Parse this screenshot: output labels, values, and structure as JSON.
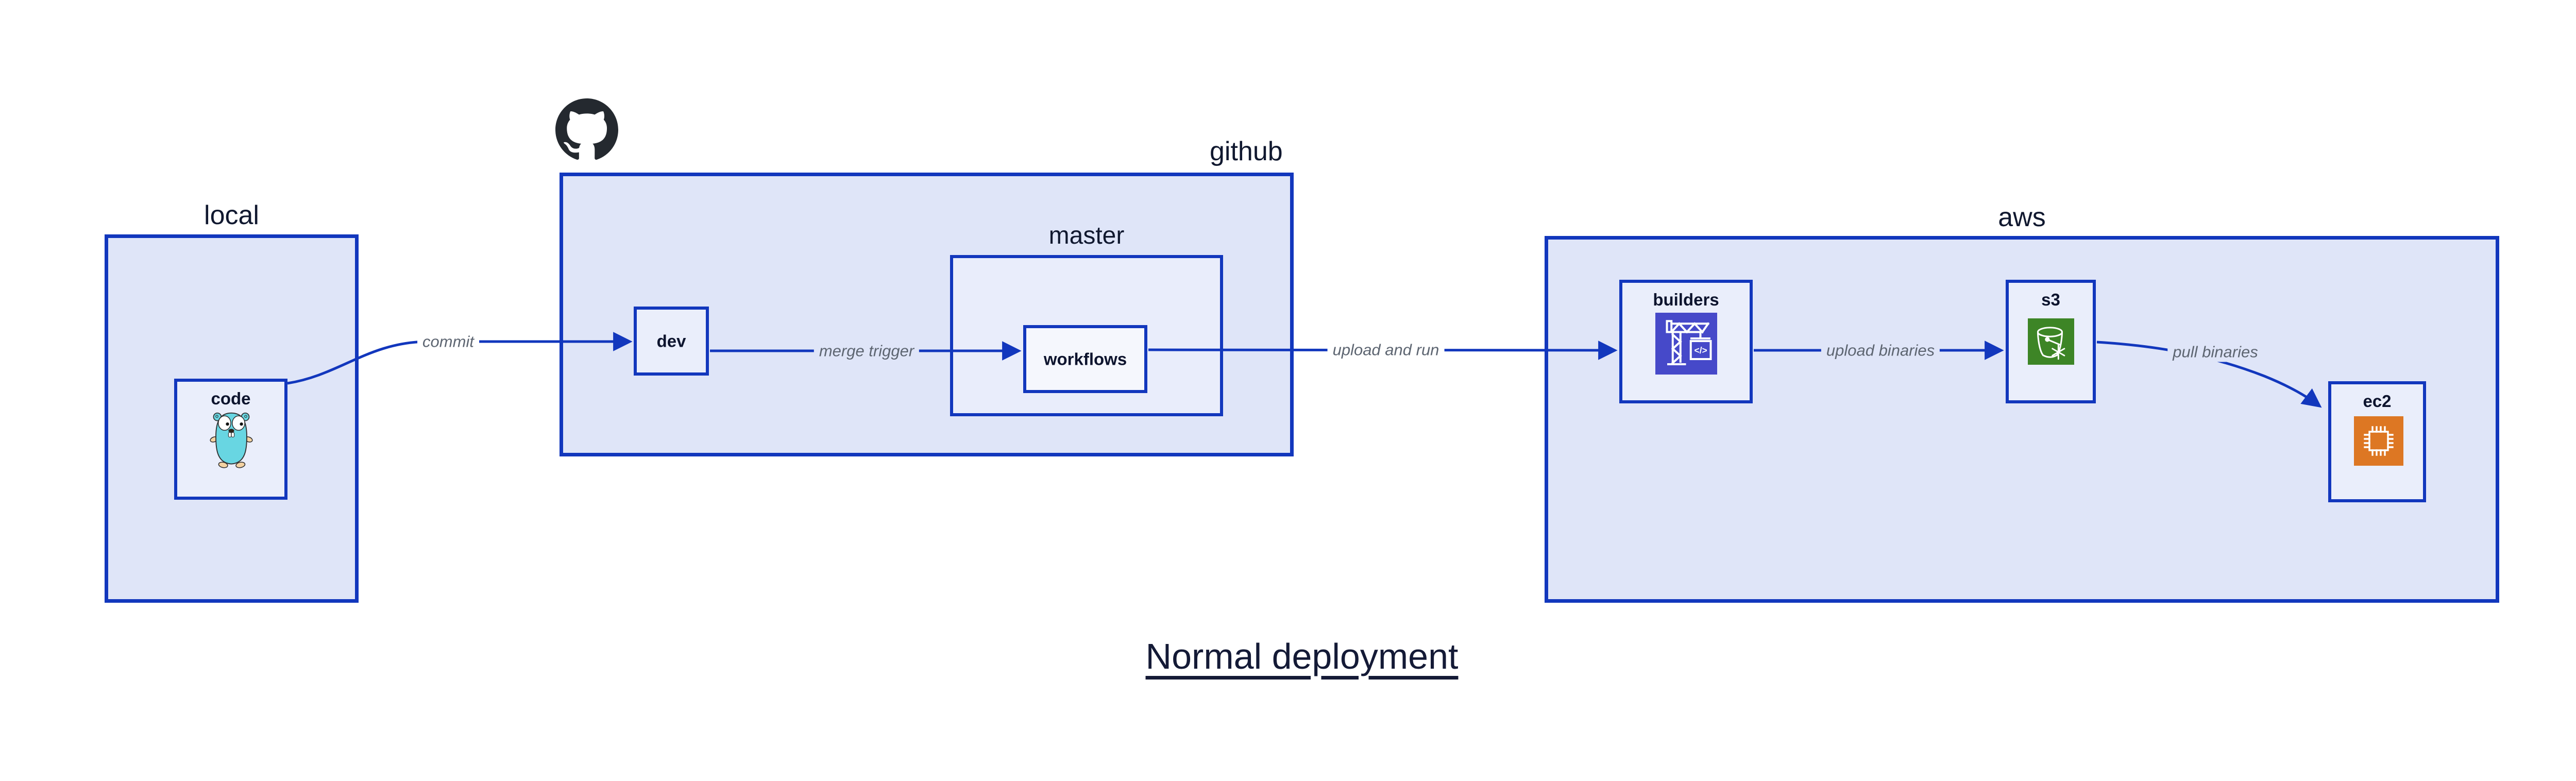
{
  "diagram": {
    "title": "Normal deployment",
    "groups": {
      "local": {
        "label": "local"
      },
      "github": {
        "label": "github"
      },
      "master": {
        "label": "master"
      },
      "aws": {
        "label": "aws"
      }
    },
    "nodes": {
      "code": {
        "label": "code",
        "icon": "go-gopher-icon"
      },
      "dev": {
        "label": "dev"
      },
      "workflows": {
        "label": "workflows"
      },
      "builders": {
        "label": "builders",
        "icon": "codebuild-crane-icon",
        "icon_bg": "#4649c9"
      },
      "s3": {
        "label": "s3",
        "icon": "s3-glacier-bucket-icon",
        "icon_bg": "#3d8526"
      },
      "ec2": {
        "label": "ec2",
        "icon": "ec2-chip-icon",
        "icon_bg": "#dd7723"
      }
    },
    "edges": [
      {
        "from": "code",
        "to": "dev",
        "label": "commit"
      },
      {
        "from": "dev",
        "to": "workflows",
        "label": "merge trigger"
      },
      {
        "from": "workflows",
        "to": "builders",
        "label": "upload and run"
      },
      {
        "from": "builders",
        "to": "s3",
        "label": "upload binaries"
      },
      {
        "from": "s3",
        "to": "ec2",
        "label": "pull binaries"
      }
    ],
    "icons": {
      "header_icon": "github-octocat-icon",
      "code_glyph": "</>"
    },
    "colors": {
      "border": "#1237bd",
      "arrow": "#1237bd",
      "group_fill": "#dfe5f8",
      "node_fill": "#eaeefb",
      "master_fill": "#e9edfb",
      "workflows_fill": "#f5f7fd",
      "edge_label_text": "#5d6571",
      "label_text": "#10182f",
      "builders_icon_bg": "#4649c9",
      "s3_icon_bg": "#3d8526",
      "ec2_icon_bg": "#dd7723",
      "octocat": "#24292f",
      "gopher_body": "#68d6e2"
    }
  }
}
